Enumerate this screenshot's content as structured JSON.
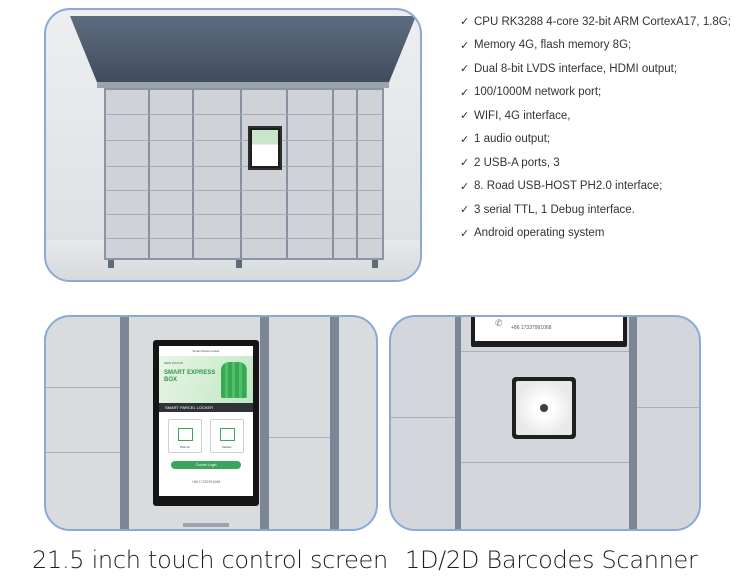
{
  "specs": [
    "CPU RK3288 4-core 32-bit ARM CortexA17, 1.8G;",
    "Memory 4G, flash memory 8G;",
    "Dual 8-bit LVDS interface, HDMI output;",
    "100/1000M network port;",
    "WIFI, 4G interface,",
    "1 audio output;",
    "2 USB-A ports, 3",
    "8. Road USB-HOST PH2.0 interface;",
    "3 serial TTL, 1 Debug interface.",
    "Android operating system"
  ],
  "check_glyph": "✓",
  "screen_ui": {
    "header": "Smart Parcel Locker",
    "banner_sub": "NEW PICKUP",
    "banner_title_1": "SMART EXPRESS",
    "banner_title_2": "BOX",
    "nav": "SMART PARCEL LOCKER",
    "tile_left": "Pick up",
    "tile_right": "Deliver",
    "button": "Courier Login",
    "phone": "+86 17337991068"
  },
  "scanner_label": "+86 17337991068",
  "captions": {
    "left": "21.5 inch touch control screen",
    "right": "1D/2D Barcodes Scanner"
  }
}
